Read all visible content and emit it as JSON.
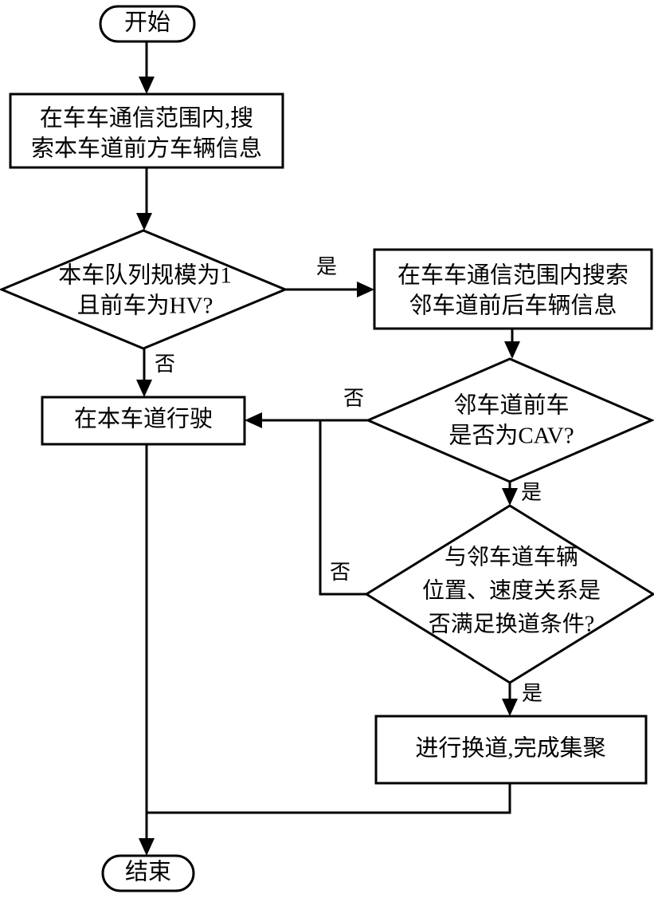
{
  "diagram": {
    "type": "flowchart",
    "title": "",
    "language": "zh-CN",
    "background_color": "#ffffff",
    "line_color": "#000000",
    "text_color": "#000000",
    "nodes": [
      {
        "id": "start",
        "shape": "terminator",
        "label": "开始"
      },
      {
        "id": "p1",
        "shape": "process",
        "line1": "在车车通信范围内,搜",
        "line2": "索本车道前方车辆信息"
      },
      {
        "id": "d1",
        "shape": "decision",
        "line1": "本车队列规模为1",
        "line2": "且前车为HV?"
      },
      {
        "id": "p2",
        "shape": "process",
        "line1": "在车车通信范围内搜索",
        "line2": "邻车道前后车辆信息"
      },
      {
        "id": "p3",
        "shape": "process",
        "line1": "在本车道行驶"
      },
      {
        "id": "d2",
        "shape": "decision",
        "line1": "邻车道前车",
        "line2": "是否为CAV?"
      },
      {
        "id": "d3",
        "shape": "decision",
        "line1": "与邻车道车辆",
        "line2": "位置、速度关系是",
        "line3": "否满足换道条件?"
      },
      {
        "id": "p4",
        "shape": "process",
        "line1": "进行换道,完成集聚"
      },
      {
        "id": "end",
        "shape": "terminator",
        "label": "结束"
      }
    ],
    "edge_labels": {
      "d1_yes": "是",
      "d1_no": "否",
      "d2_no": "否",
      "d2_yes": "是",
      "d3_no": "否",
      "d3_yes": "是"
    }
  }
}
